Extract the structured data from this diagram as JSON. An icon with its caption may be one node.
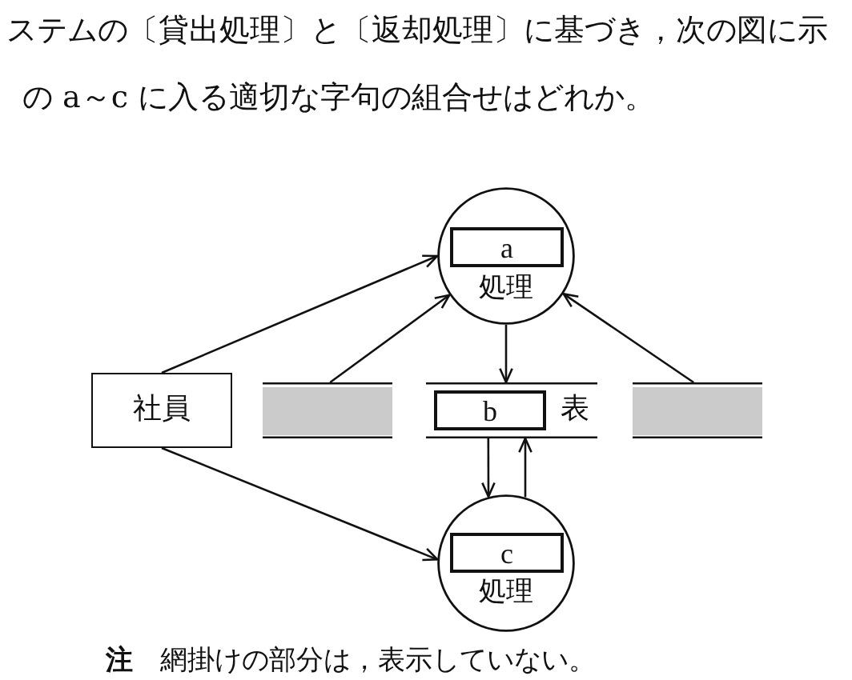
{
  "diagram": {
    "caption": "**注**　網掛けの部分は，表示していない。",
    "nodes": [
      {
        "text": [
          "処理"
        ]
      },
      {
        "text": [
          "a"
        ],
        "in": 0
      },
      {
        "text": [
          "社員"
        ]
      },
      {
        "text": [],
        "shape": "box"
      },
      {
        "text": [
          "表"
        ]
      },
      {
        "text": [
          "b"
        ],
        "in": 4
      },
      {
        "text": [],
        "shape": "box"
      },
      {
        "text": [
          "処理"
        ]
      },
      {
        "text": [
          "c"
        ],
        "in": 7
      }
    ],
    "edges": [
      {
        "from": 2,
        "to": 0,
        "arrow": "to"
      },
      {
        "from": 3,
        "to": 0,
        "arrow": "to"
      },
      {
        "from": 0,
        "to": 4,
        "arrow": "to"
      },
      {
        "from": 6,
        "to": 0,
        "arrow": "to"
      },
      {
        "from": 2,
        "to": 7,
        "arrow": "to"
      },
      {
        "from": 4,
        "to": 7,
        "arrow": "to"
      },
      {
        "from": 7,
        "to": 4,
        "arrow": "to"
      }
    ],
    "labels": [
      "ステムの〔貸出処理〕と〔返却処理〕に基づき，次の図に示",
      "の a～c に入る適切な字句の組合せはどれか。"
    ]
  }
}
